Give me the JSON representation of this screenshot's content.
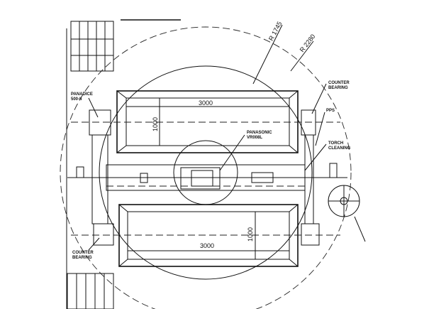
{
  "title": "Welding cell layout drawing",
  "radii": {
    "inner": "R 1745",
    "outer": "R 2280"
  },
  "labels": {
    "counter_bearing_top": [
      "COUNTER",
      "BEARING"
    ],
    "pps": "PPS",
    "torch_cleaning": [
      "TORCH",
      "CLEANING"
    ],
    "robot": [
      "PANASONIC",
      "VR008L"
    ],
    "positioner": [
      "PANADICE",
      "500-II"
    ],
    "counter_bearing_bottom": [
      "COUNTER",
      "BEARING"
    ]
  },
  "dimensions": {
    "top_length": "3000",
    "top_width": "1000",
    "bottom_length": "3000",
    "bottom_width": "1000"
  }
}
